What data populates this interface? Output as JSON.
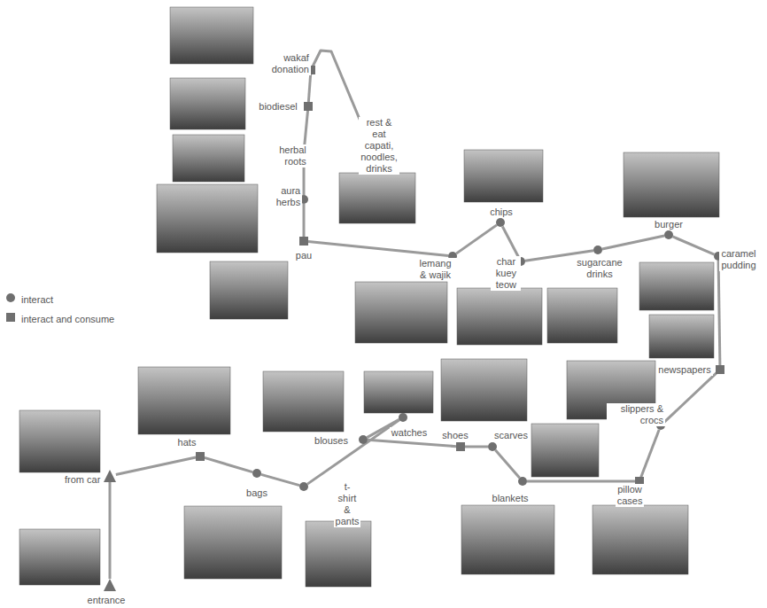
{
  "diagram": {
    "nodes": [
      {
        "text": [
          "entrance"
        ]
      },
      {
        "text": [
          "from car"
        ]
      },
      {
        "text": [
          "hats"
        ]
      },
      {
        "text": [
          "bags"
        ]
      },
      {
        "text": [
          "t-shirt & pants"
        ]
      },
      {
        "text": [
          "watches"
        ]
      },
      {
        "text": [
          "blouses"
        ]
      },
      {
        "text": [
          "shoes"
        ]
      },
      {
        "text": [
          "scarves"
        ]
      },
      {
        "text": [
          "blankets"
        ]
      },
      {
        "text": [
          "pillow cases"
        ]
      },
      {
        "text": [
          "slippers & crocs"
        ]
      },
      {
        "text": [
          "newspapers"
        ]
      },
      {
        "text": [
          "caramel pudding"
        ]
      },
      {
        "text": [
          "burger"
        ]
      },
      {
        "text": [
          "sugarcane drinks"
        ]
      },
      {
        "text": [
          "char kuey teow"
        ]
      },
      {
        "text": [
          "chips"
        ]
      },
      {
        "text": [
          "lemang & wajik"
        ]
      },
      {
        "text": [
          "pau"
        ]
      },
      {
        "text": [
          "aura herbs"
        ]
      },
      {
        "text": [
          "herbal roots"
        ]
      },
      {
        "text": [
          "biodiesel"
        ]
      },
      {
        "text": [
          "wakaf donation"
        ]
      },
      {
        "text": [
          "rest & eat capati, noodles, drinks"
        ]
      }
    ],
    "edges": [
      {
        "from": 0,
        "to": 1,
        "arrow": "none"
      },
      {
        "from": 1,
        "to": 2,
        "arrow": "none"
      },
      {
        "from": 2,
        "to": 3,
        "arrow": "none"
      },
      {
        "from": 3,
        "to": 4,
        "arrow": "none"
      },
      {
        "from": 4,
        "to": 5,
        "arrow": "none"
      },
      {
        "from": 5,
        "to": 6,
        "arrow": "none"
      },
      {
        "from": 6,
        "to": 7,
        "arrow": "none"
      },
      {
        "from": 7,
        "to": 8,
        "arrow": "none"
      },
      {
        "from": 8,
        "to": 9,
        "arrow": "none"
      },
      {
        "from": 9,
        "to": 10,
        "arrow": "none"
      },
      {
        "from": 10,
        "to": 11,
        "arrow": "none"
      },
      {
        "from": 11,
        "to": 12,
        "arrow": "none"
      },
      {
        "from": 12,
        "to": 13,
        "arrow": "none"
      },
      {
        "from": 13,
        "to": 14,
        "arrow": "none"
      },
      {
        "from": 14,
        "to": 15,
        "arrow": "none"
      },
      {
        "from": 15,
        "to": 16,
        "arrow": "none"
      },
      {
        "from": 16,
        "to": 17,
        "arrow": "none"
      },
      {
        "from": 17,
        "to": 18,
        "arrow": "none"
      },
      {
        "from": 18,
        "to": 19,
        "arrow": "none"
      },
      {
        "from": 19,
        "to": 20,
        "arrow": "none"
      },
      {
        "from": 20,
        "to": 21,
        "arrow": "none"
      },
      {
        "from": 21,
        "to": 22,
        "arrow": "none"
      },
      {
        "from": 22,
        "to": 23,
        "arrow": "none"
      },
      {
        "from": 23,
        "to": 24,
        "arrow": "none"
      }
    ],
    "legend": [
      {
        "text": "interact"
      },
      {
        "text": "interact and consume"
      }
    ]
  }
}
